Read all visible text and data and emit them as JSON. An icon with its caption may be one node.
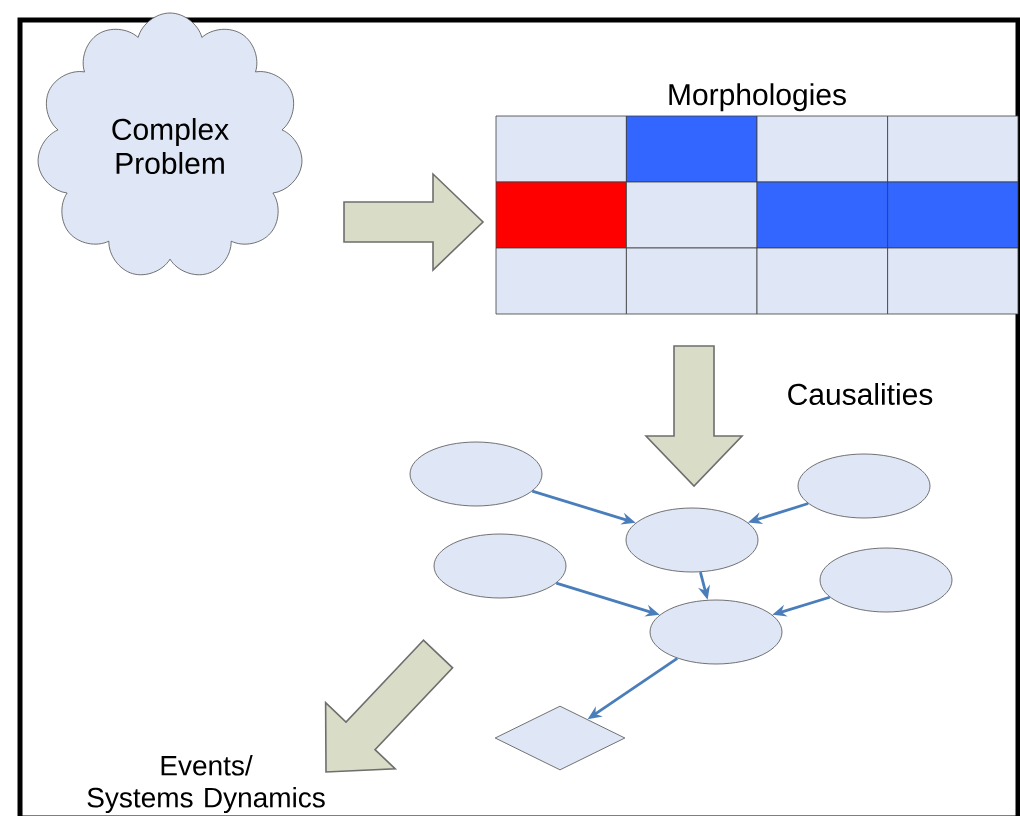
{
  "diagram": {
    "nodes": [
      {
        "text": [
          "Complex Problem"
        ]
      },
      {
        "text": [
          "Morphologies"
        ]
      },
      {
        "text": [],
        "shape": "ellipse"
      },
      {
        "text": [],
        "shape": "ellipse"
      },
      {
        "text": [],
        "shape": "ellipse"
      },
      {
        "text": [],
        "shape": "ellipse"
      },
      {
        "text": [],
        "shape": "ellipse"
      },
      {
        "text": [],
        "shape": "ellipse"
      },
      {
        "text": [],
        "shape": "diamond"
      },
      {
        "text": [
          "Events/ Systems Dynamics"
        ]
      }
    ],
    "edges": [
      {
        "from": 0,
        "to": 1,
        "arrow": "to",
        "style": "thick",
        "color": "#d9dcc6"
      },
      {
        "from": 1,
        "to": 4,
        "arrow": "to",
        "style": "thick",
        "color": "#d9dcc6",
        "label": "Causalities"
      },
      {
        "from": 2,
        "to": 4,
        "arrow": "to"
      },
      {
        "from": 3,
        "to": 4,
        "arrow": "to"
      },
      {
        "from": 4,
        "to": 7,
        "arrow": "to"
      },
      {
        "from": 5,
        "to": 7,
        "arrow": "to"
      },
      {
        "from": 6,
        "to": 7,
        "arrow": "to"
      },
      {
        "from": 7,
        "to": 8,
        "arrow": "to"
      },
      {
        "from": null,
        "to": 9,
        "arrow": "to",
        "style": "thick",
        "color": "#d9dcc6"
      }
    ]
  }
}
